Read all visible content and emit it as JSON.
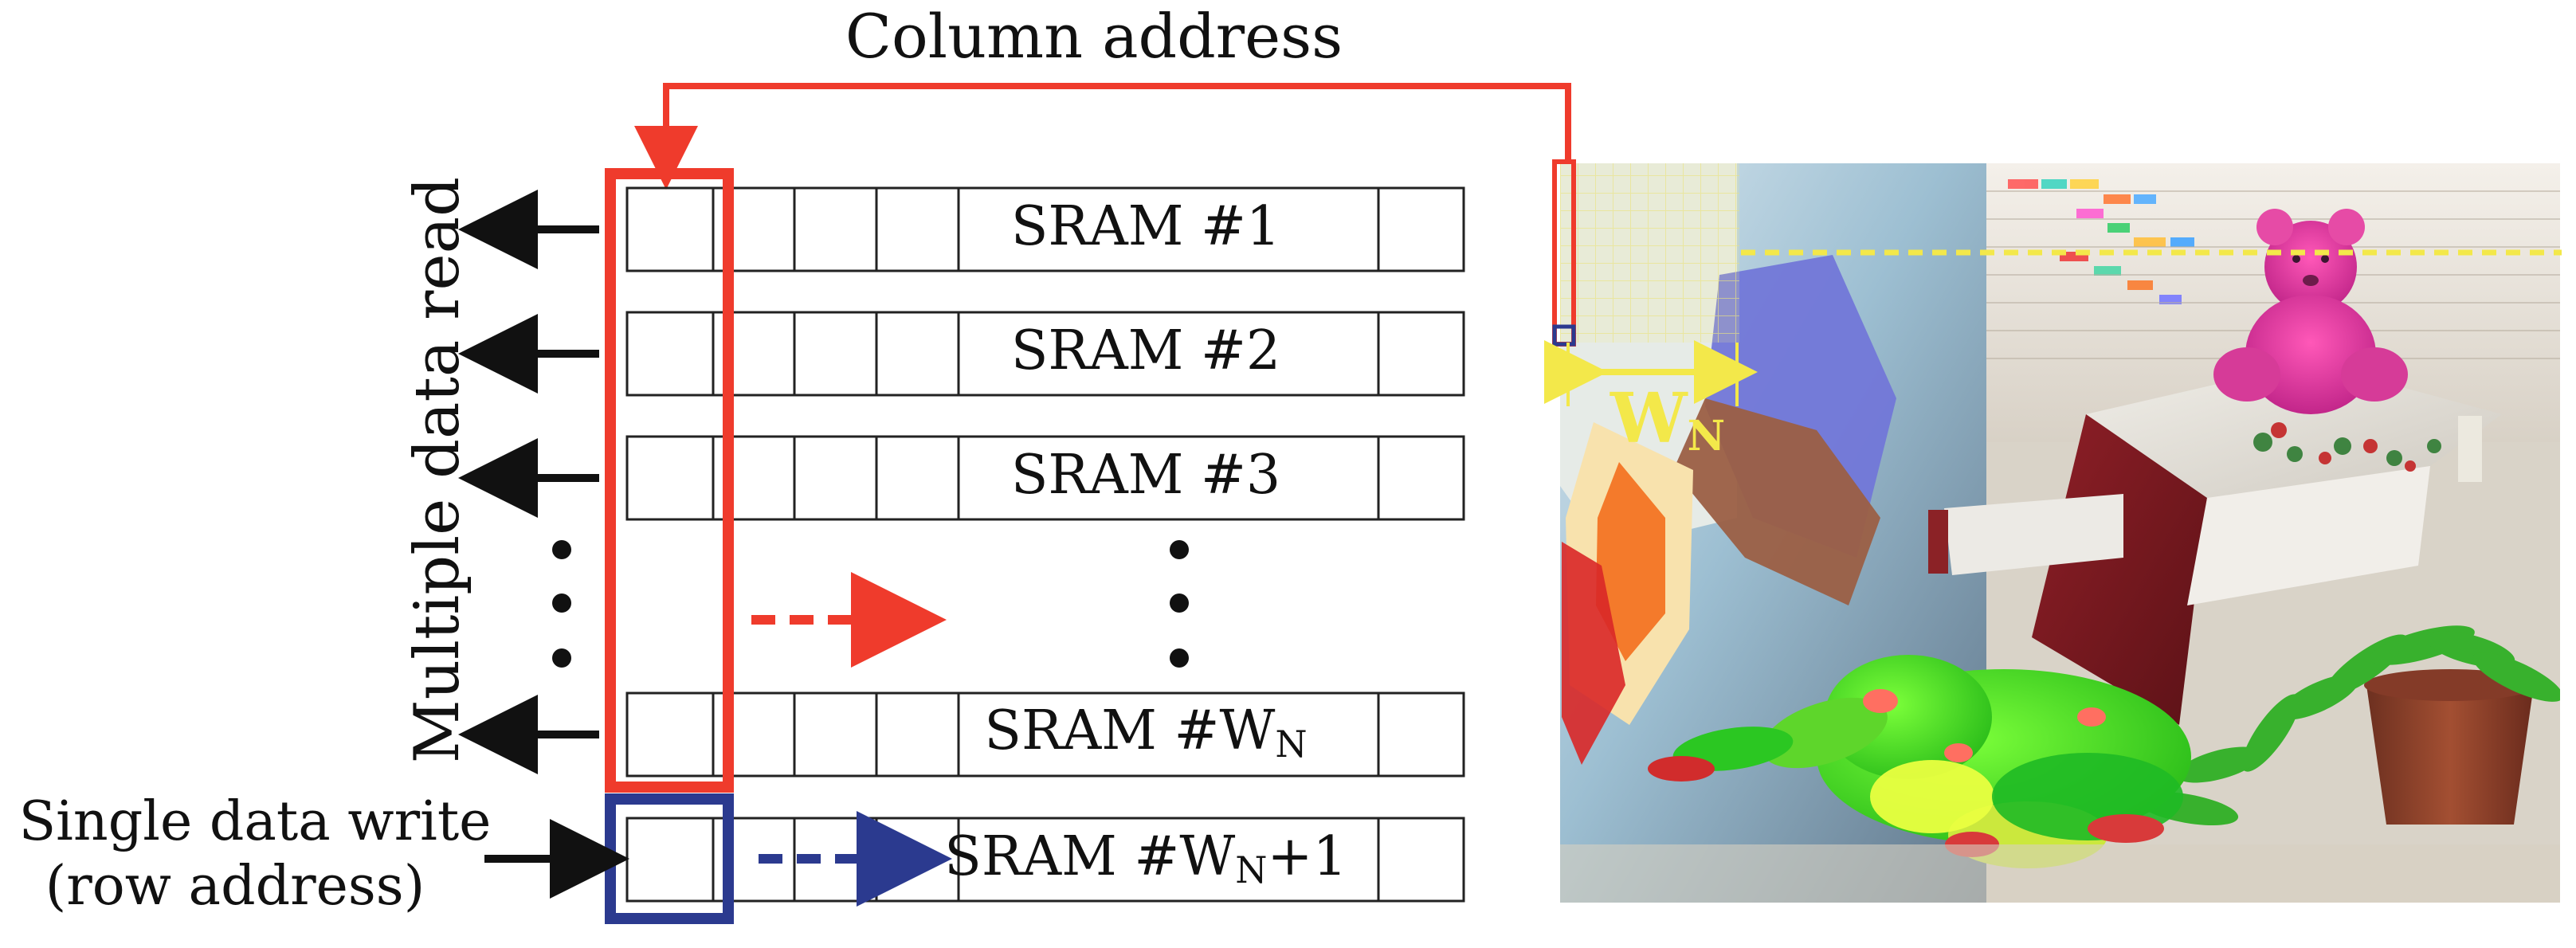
{
  "labels": {
    "column_address": "Column address",
    "multiple_read": "Multiple data read",
    "single_write_line1": "Single data write",
    "single_write_line2": "(row address)",
    "window_w": "W",
    "window_w_sub": "N"
  },
  "sram_rows": [
    {
      "prefix": "SRAM #1",
      "sub": "",
      "suffix": ""
    },
    {
      "prefix": "SRAM #2",
      "sub": "",
      "suffix": ""
    },
    {
      "prefix": "SRAM #3",
      "sub": "",
      "suffix": ""
    },
    {
      "prefix": "SRAM #W",
      "sub": "N",
      "suffix": ""
    },
    {
      "prefix": "SRAM #W",
      "sub": "N",
      "suffix": "+1"
    }
  ],
  "colors": {
    "red": "#ef3b2c",
    "blue": "#2b3a8f",
    "yellow": "#f3e84a",
    "black": "#111111"
  }
}
